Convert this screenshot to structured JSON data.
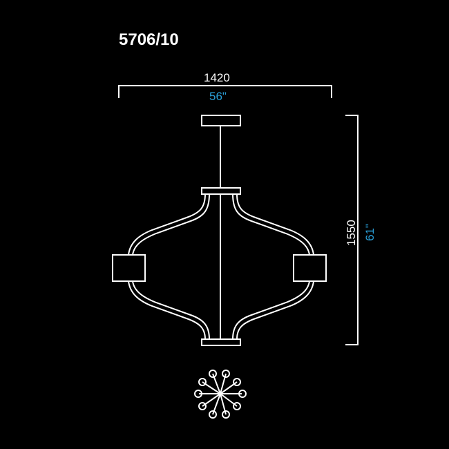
{
  "drawing": {
    "model_code": "5706/10",
    "width_dimension": {
      "mm": "1420",
      "inches": "56\""
    },
    "height_dimension": {
      "mm": "1550",
      "inches": "61\""
    },
    "colors": {
      "background": "#000000",
      "line": "#ffffff",
      "inch_text": "#2a9fd8"
    },
    "components": [
      "ceiling-canopy",
      "suspension-rod",
      "top-hub",
      "bottom-hub",
      "central-rod",
      "curved-arms",
      "left-light-module",
      "right-light-module",
      "top-view-starburst-icon"
    ]
  }
}
